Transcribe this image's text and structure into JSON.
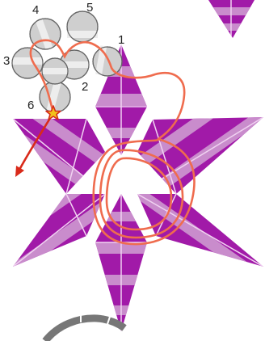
{
  "colors": {
    "background": "#ffffff",
    "purple_dark": "#a11aa8",
    "purple_light": "#c98ccc",
    "seam": "#f0d2f1",
    "bead_fill": "#cfcfcf",
    "bead_band": "#ededed",
    "bead_outline": "#666666",
    "thread": "#ef6c4e",
    "start_star": "#f2c21a",
    "start_star_outline": "#d52a1a",
    "arrow": "#d92a1a",
    "ring": "#777777"
  },
  "icons": {
    "start": "star-icon",
    "direction": "arrow-down-left-icon"
  },
  "bead_labels": {
    "b1": "1",
    "b2": "2",
    "b3": "3",
    "b4": "4",
    "b5": "5",
    "b6": "6"
  }
}
